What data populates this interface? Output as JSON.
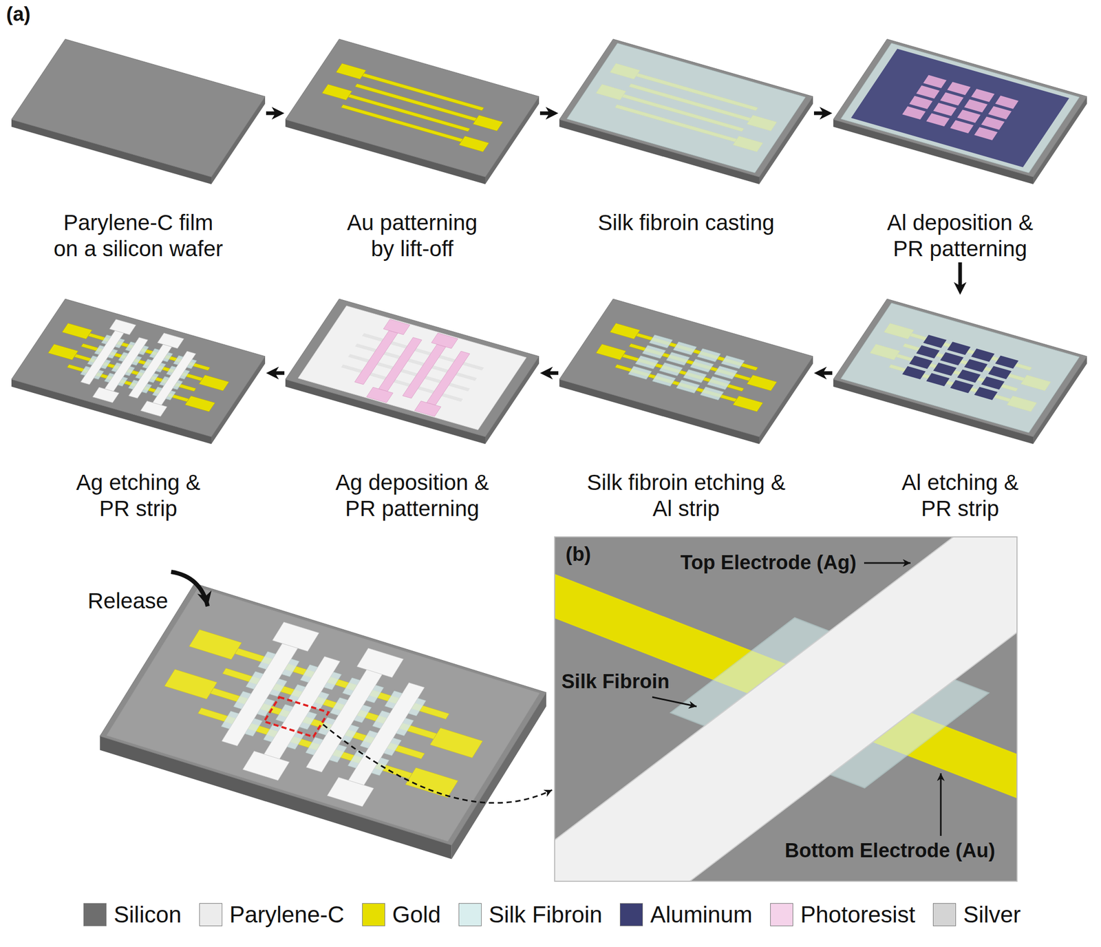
{
  "diagram": {
    "nodes": [
      {
        "text": [
          "Parylene-C film on a silicon wafer"
        ]
      },
      {
        "text": [
          "Au patterning by lift-off"
        ]
      },
      {
        "text": [
          "Silk fibroin casting"
        ]
      },
      {
        "text": [
          "Al deposition & PR patterning"
        ]
      },
      {
        "text": [
          "Al etching & PR strip"
        ]
      },
      {
        "text": [
          "Silk fibroin etching & Al strip"
        ]
      },
      {
        "text": [
          "Ag deposition & PR patterning"
        ]
      },
      {
        "text": [
          "Ag etching & PR strip"
        ]
      }
    ],
    "edges": [
      {
        "from": 0,
        "to": 1,
        "arrow": "to"
      },
      {
        "from": 1,
        "to": 2,
        "arrow": "to"
      },
      {
        "from": 2,
        "to": 3,
        "arrow": "to"
      },
      {
        "from": 3,
        "to": 4,
        "arrow": "to"
      },
      {
        "from": 4,
        "to": 5,
        "arrow": "to"
      },
      {
        "from": 5,
        "to": 6,
        "arrow": "to"
      },
      {
        "from": 6,
        "to": 7,
        "arrow": "to"
      }
    ],
    "labels": [
      "(a)",
      "Release",
      "(b)",
      "Top Electrode (Ag)",
      "Silk Fibroin",
      "Bottom Electrode (Au)"
    ],
    "legend": [
      {
        "text": "Silicon",
        "color": "#6e6e6e"
      },
      {
        "text": "Parylene-C",
        "color": "#ececec"
      },
      {
        "text": "Gold",
        "color": "#e6de00"
      },
      {
        "text": "Silk Fibroin",
        "color": "#d9eeee"
      },
      {
        "text": "Aluminum",
        "color": "#3c3f73"
      },
      {
        "text": "Photoresist",
        "color": "#f5d3ea"
      },
      {
        "text": "Silver",
        "color": "#d4d4d4"
      }
    ]
  }
}
